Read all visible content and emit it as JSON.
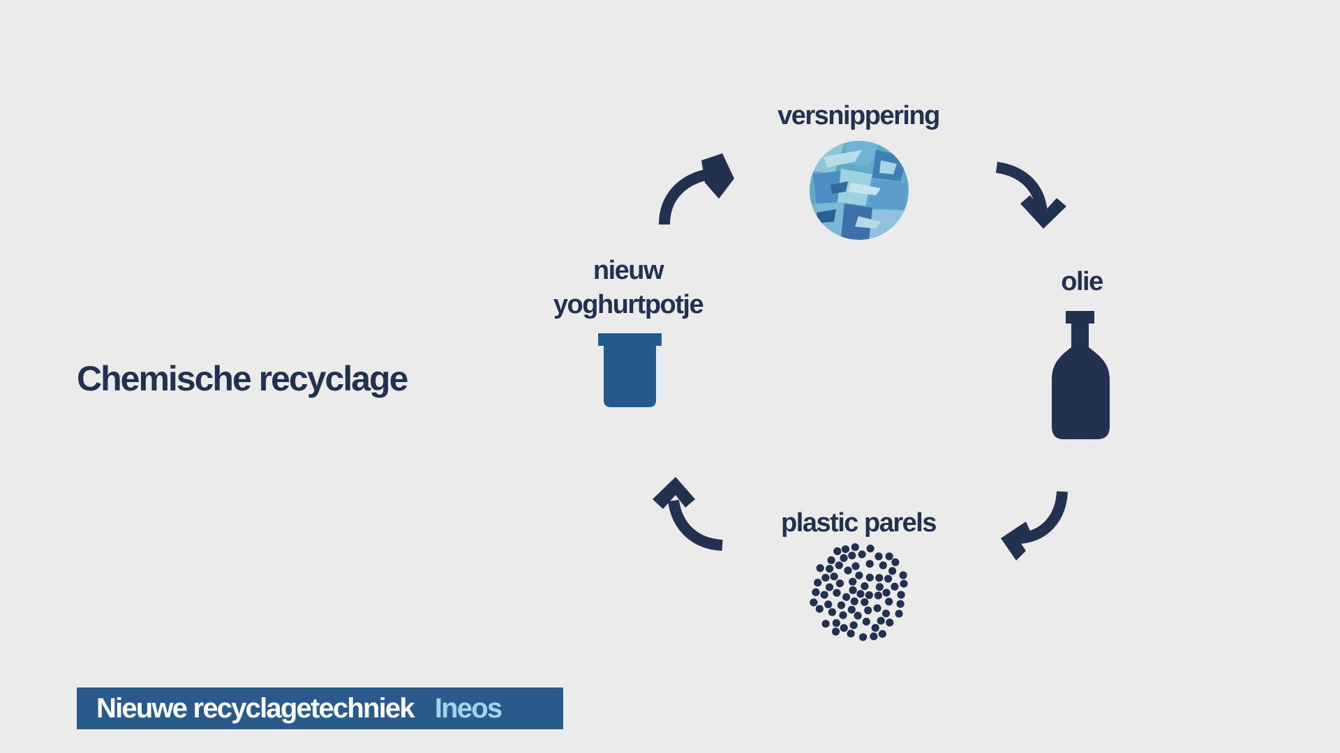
{
  "title": "Chemische recyclage",
  "cycle": {
    "steps": [
      {
        "label": "versnippering",
        "icon": "shredded-plastic-icon"
      },
      {
        "label": "olie",
        "icon": "bottle-icon"
      },
      {
        "label": "plastic parels",
        "icon": "plastic-pellets-icon"
      },
      {
        "label": "nieuw yoghurtpotje",
        "icon": "yoghurt-cup-icon"
      }
    ],
    "arrow_icon": "curved-arrow-icon"
  },
  "banner": {
    "main": "Nieuwe recyclagetechniek",
    "sub": "Ineos"
  },
  "colors": {
    "background": "#ebebeb",
    "text": "#233150",
    "banner": "#2a5a8b",
    "banner_sub": "#a4d4ec",
    "cup": "#255b8c"
  }
}
